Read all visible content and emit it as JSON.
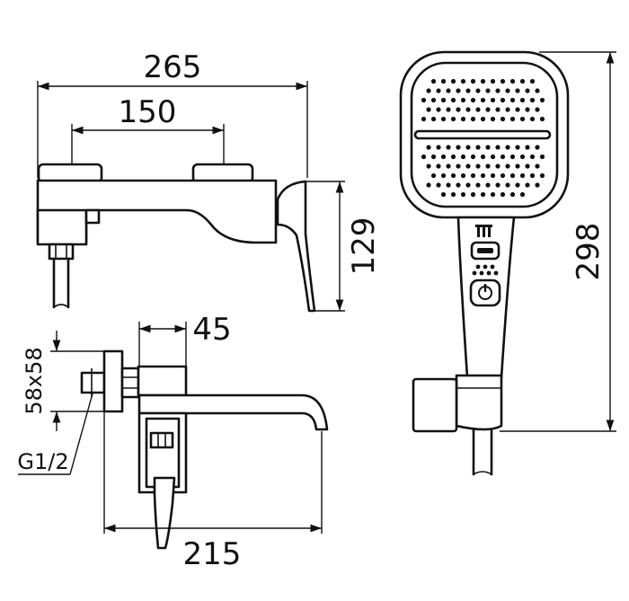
{
  "dimensions": {
    "overall_width": "265",
    "handle_spacing": "150",
    "body_height": "129",
    "flange_depth": "45",
    "flange_size": "58x58",
    "thread": "G1/2",
    "spout_length": "215",
    "shower_length": "298"
  }
}
